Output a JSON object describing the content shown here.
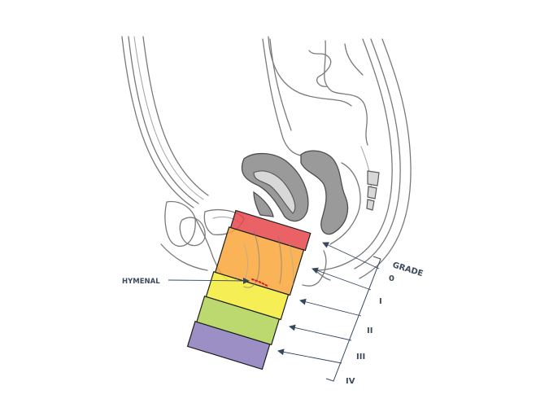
{
  "labels": {
    "hymenal": "HYMENAL",
    "grade": "GRADE",
    "grades": [
      "0",
      "I",
      "II",
      "III",
      "IV"
    ]
  },
  "colors": {
    "grade_0": "#e8474b",
    "grade_I": "#f9a73a",
    "grade_II": "#f4ec3c",
    "grade_III": "#bcd96f",
    "grade_IV": "#9c8fc6",
    "arrow": "#36485e",
    "hymenal_dots": "#d21f2b",
    "label_text": "#3d4a5c"
  }
}
